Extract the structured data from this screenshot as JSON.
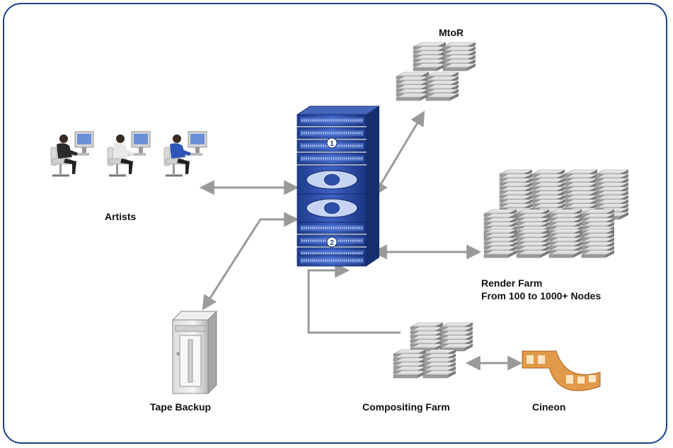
{
  "labels": {
    "artists": "Artists",
    "mtor": "MtoR",
    "render_farm": "Render Farm",
    "render_farm_sub": "From 100 to 1000+ Nodes",
    "tape_backup": "Tape Backup",
    "compositing_farm": "Compositing Farm",
    "cineon": "Cineon"
  },
  "server_badges": [
    "1",
    "2"
  ],
  "colors": {
    "frame": "#1d3f8f",
    "server": "#2e4fa8",
    "arrow": "#9a9a9a",
    "film": "#e09a4a"
  }
}
